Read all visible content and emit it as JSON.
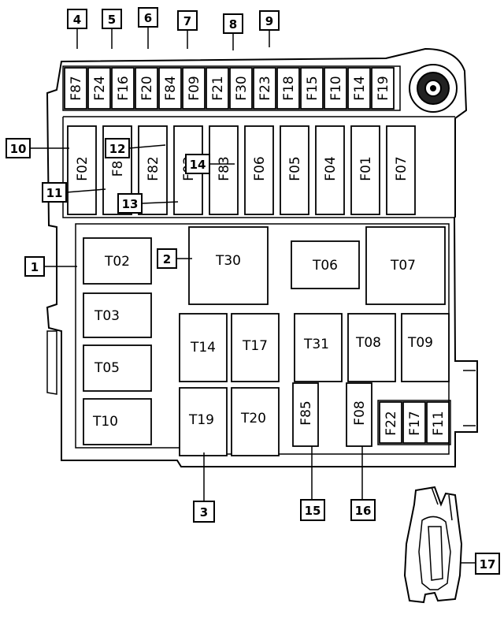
{
  "top_fuses": [
    "F87",
    "F24",
    "F16",
    "F20",
    "F84",
    "F09",
    "F21",
    "F30",
    "F23",
    "F18",
    "F15",
    "F10",
    "F14",
    "F19"
  ],
  "big_fuses": [
    "F02",
    "F8",
    "F82",
    "F03",
    "F83",
    "F06",
    "F05",
    "F04",
    "F01",
    "F07"
  ],
  "relays": {
    "T02": "T02",
    "T03": "T03",
    "T05": "T05",
    "T10": "T10",
    "T30": "T30",
    "T06": "T06",
    "T07": "T07",
    "T14": "T14",
    "T17": "T17",
    "T31": "T31",
    "T08": "T08",
    "T09": "T09",
    "T19": "T19",
    "T20": "T20"
  },
  "small_fuses": {
    "F85": "F85",
    "F08": "F08",
    "F22": "F22",
    "F17": "F17",
    "F11": "F11"
  },
  "callouts": {
    "c1": "1",
    "c2": "2",
    "c3": "3",
    "c4": "4",
    "c5": "5",
    "c6": "6",
    "c7": "7",
    "c8": "8",
    "c9": "9",
    "c10": "10",
    "c11": "11",
    "c12": "12",
    "c13": "13",
    "c14": "14",
    "c15": "15",
    "c16": "16",
    "c17": "17"
  }
}
